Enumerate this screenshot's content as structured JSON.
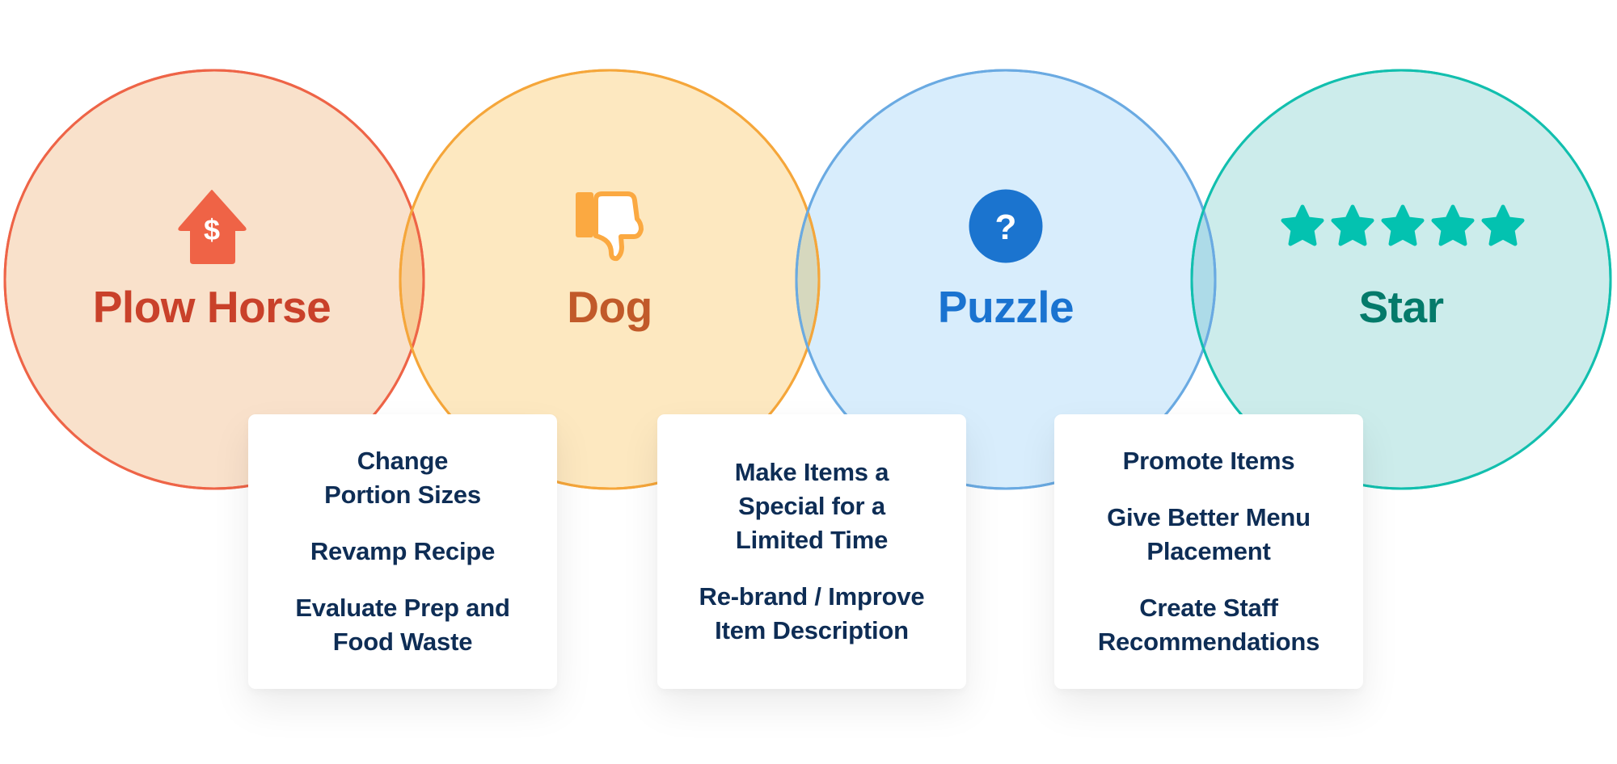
{
  "diagram": {
    "type": "menu-engineering-matrix",
    "categories": [
      {
        "id": "plow-horse",
        "title": "Plow Horse",
        "icon": "dollar-up-arrow-icon",
        "icon_glyph": "$",
        "title_color": "#C9412A",
        "fill_color": "#F9DFC8",
        "stroke_color": "#EE6447",
        "icon_color": "#EF6346"
      },
      {
        "id": "dog",
        "title": "Dog",
        "icon": "thumbs-down-icon",
        "title_color": "#C15A2A",
        "fill_color": "#FDE7BD",
        "stroke_color": "#F5A63A",
        "icon_color": "#FBA941"
      },
      {
        "id": "puzzle",
        "title": "Puzzle",
        "icon": "question-mark-icon",
        "icon_glyph": "?",
        "title_color": "#1A73D0",
        "fill_color": "#D6ECFC",
        "stroke_color": "#6AAAE2",
        "icon_color": "#1B74CF"
      },
      {
        "id": "star",
        "title": "Star",
        "icon": "five-stars-icon",
        "star_count": 5,
        "title_color": "#047A6A",
        "fill_color": "#C9EBEA",
        "stroke_color": "#12BFAE",
        "icon_color": "#03C2B0"
      }
    ],
    "action_cards": [
      {
        "between": [
          "plow-horse",
          "dog"
        ],
        "items": [
          "Change\nPortion Sizes",
          "Revamp Recipe",
          "Evaluate Prep and\nFood Waste"
        ]
      },
      {
        "between": [
          "dog",
          "puzzle"
        ],
        "items": [
          "Make Items a\nSpecial for a\nLimited Time",
          "Re-brand / Improve\nItem Description"
        ]
      },
      {
        "between": [
          "puzzle",
          "star"
        ],
        "items": [
          "Promote Items",
          "Give Better Menu\nPlacement",
          "Create Staff\nRecommendations"
        ]
      }
    ],
    "text_color": "#0E2D55"
  }
}
